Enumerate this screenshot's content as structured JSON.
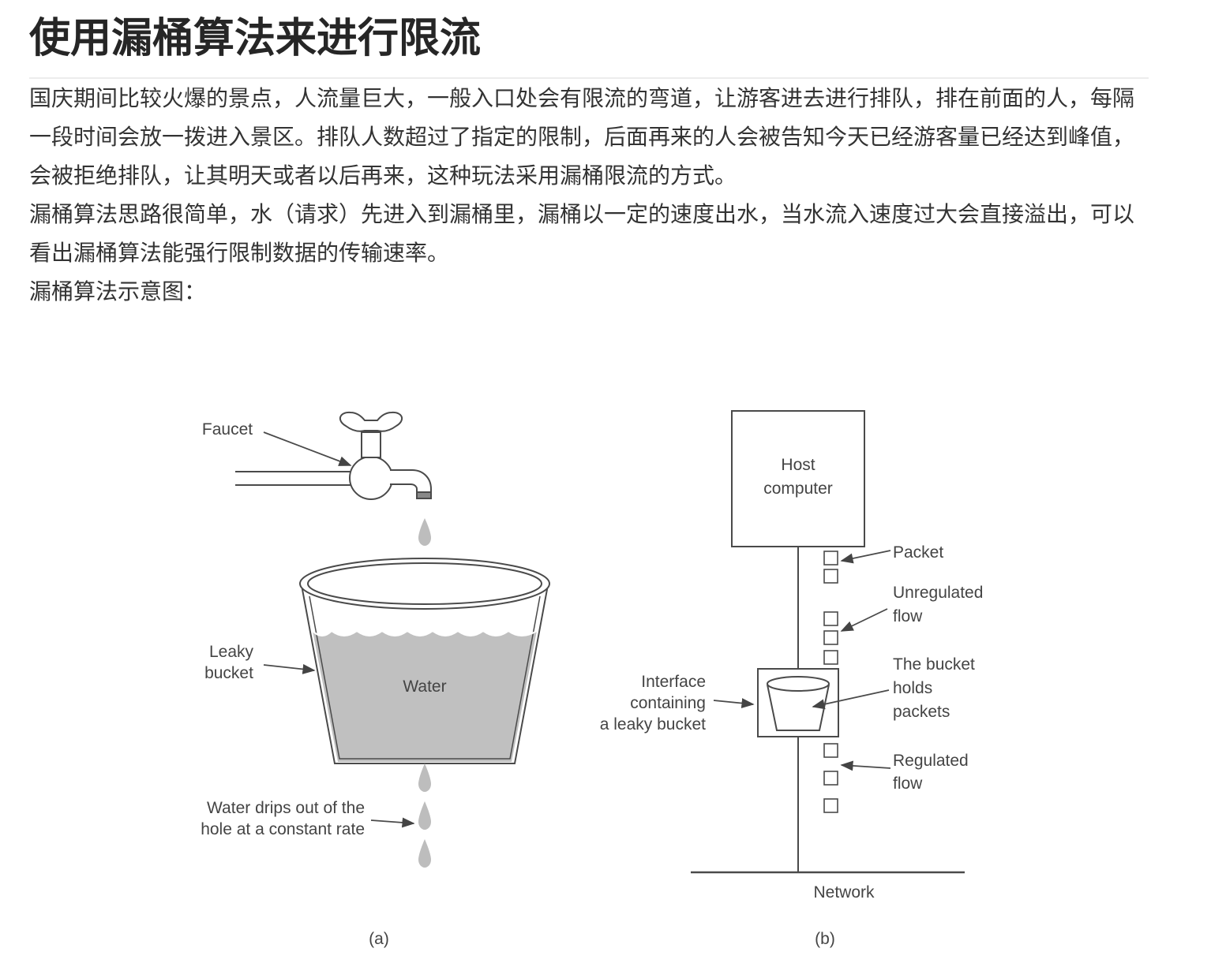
{
  "article": {
    "title": "使用漏桶算法来进行限流",
    "paragraphs": [
      "国庆期间比较火爆的景点，人流量巨大，一般入口处会有限流的弯道，让游客进去进行排队，排在前面的人，每隔一段时间会放一拨进入景区。排队人数超过了指定的限制，后面再来的人会被告知今天已经游客量已经达到峰值，会被拒绝排队，让其明天或者以后再来，这种玩法采用漏桶限流的方式。",
      "漏桶算法思路很简单，水（请求）先进入到漏桶里，漏桶以一定的速度出水，当水流入速度过大会直接溢出，可以看出漏桶算法能强行限制数据的传输速率。",
      "漏桶算法示意图："
    ]
  },
  "figure": {
    "panel_a": {
      "faucet_label": "Faucet",
      "bucket_label_line1": "Leaky",
      "bucket_label_line2": "bucket",
      "water_label": "Water",
      "drips_label_line1": "Water drips out of the",
      "drips_label_line2": "hole at a constant rate",
      "caption": "(a)"
    },
    "panel_b": {
      "host_line1": "Host",
      "host_line2": "computer",
      "packet_label": "Packet",
      "unregulated_line1": "Unregulated",
      "unregulated_line2": "flow",
      "interface_line1": "Interface",
      "interface_line2": "containing",
      "interface_line3": "a leaky bucket",
      "holds_line1": "The bucket",
      "holds_line2": "holds",
      "holds_line3": "packets",
      "regulated_line1": "Regulated",
      "regulated_line2": "flow",
      "network_label": "Network",
      "caption": "(b)"
    },
    "colors": {
      "water": "#c0c0c0",
      "stroke": "#4a4a4a"
    }
  }
}
